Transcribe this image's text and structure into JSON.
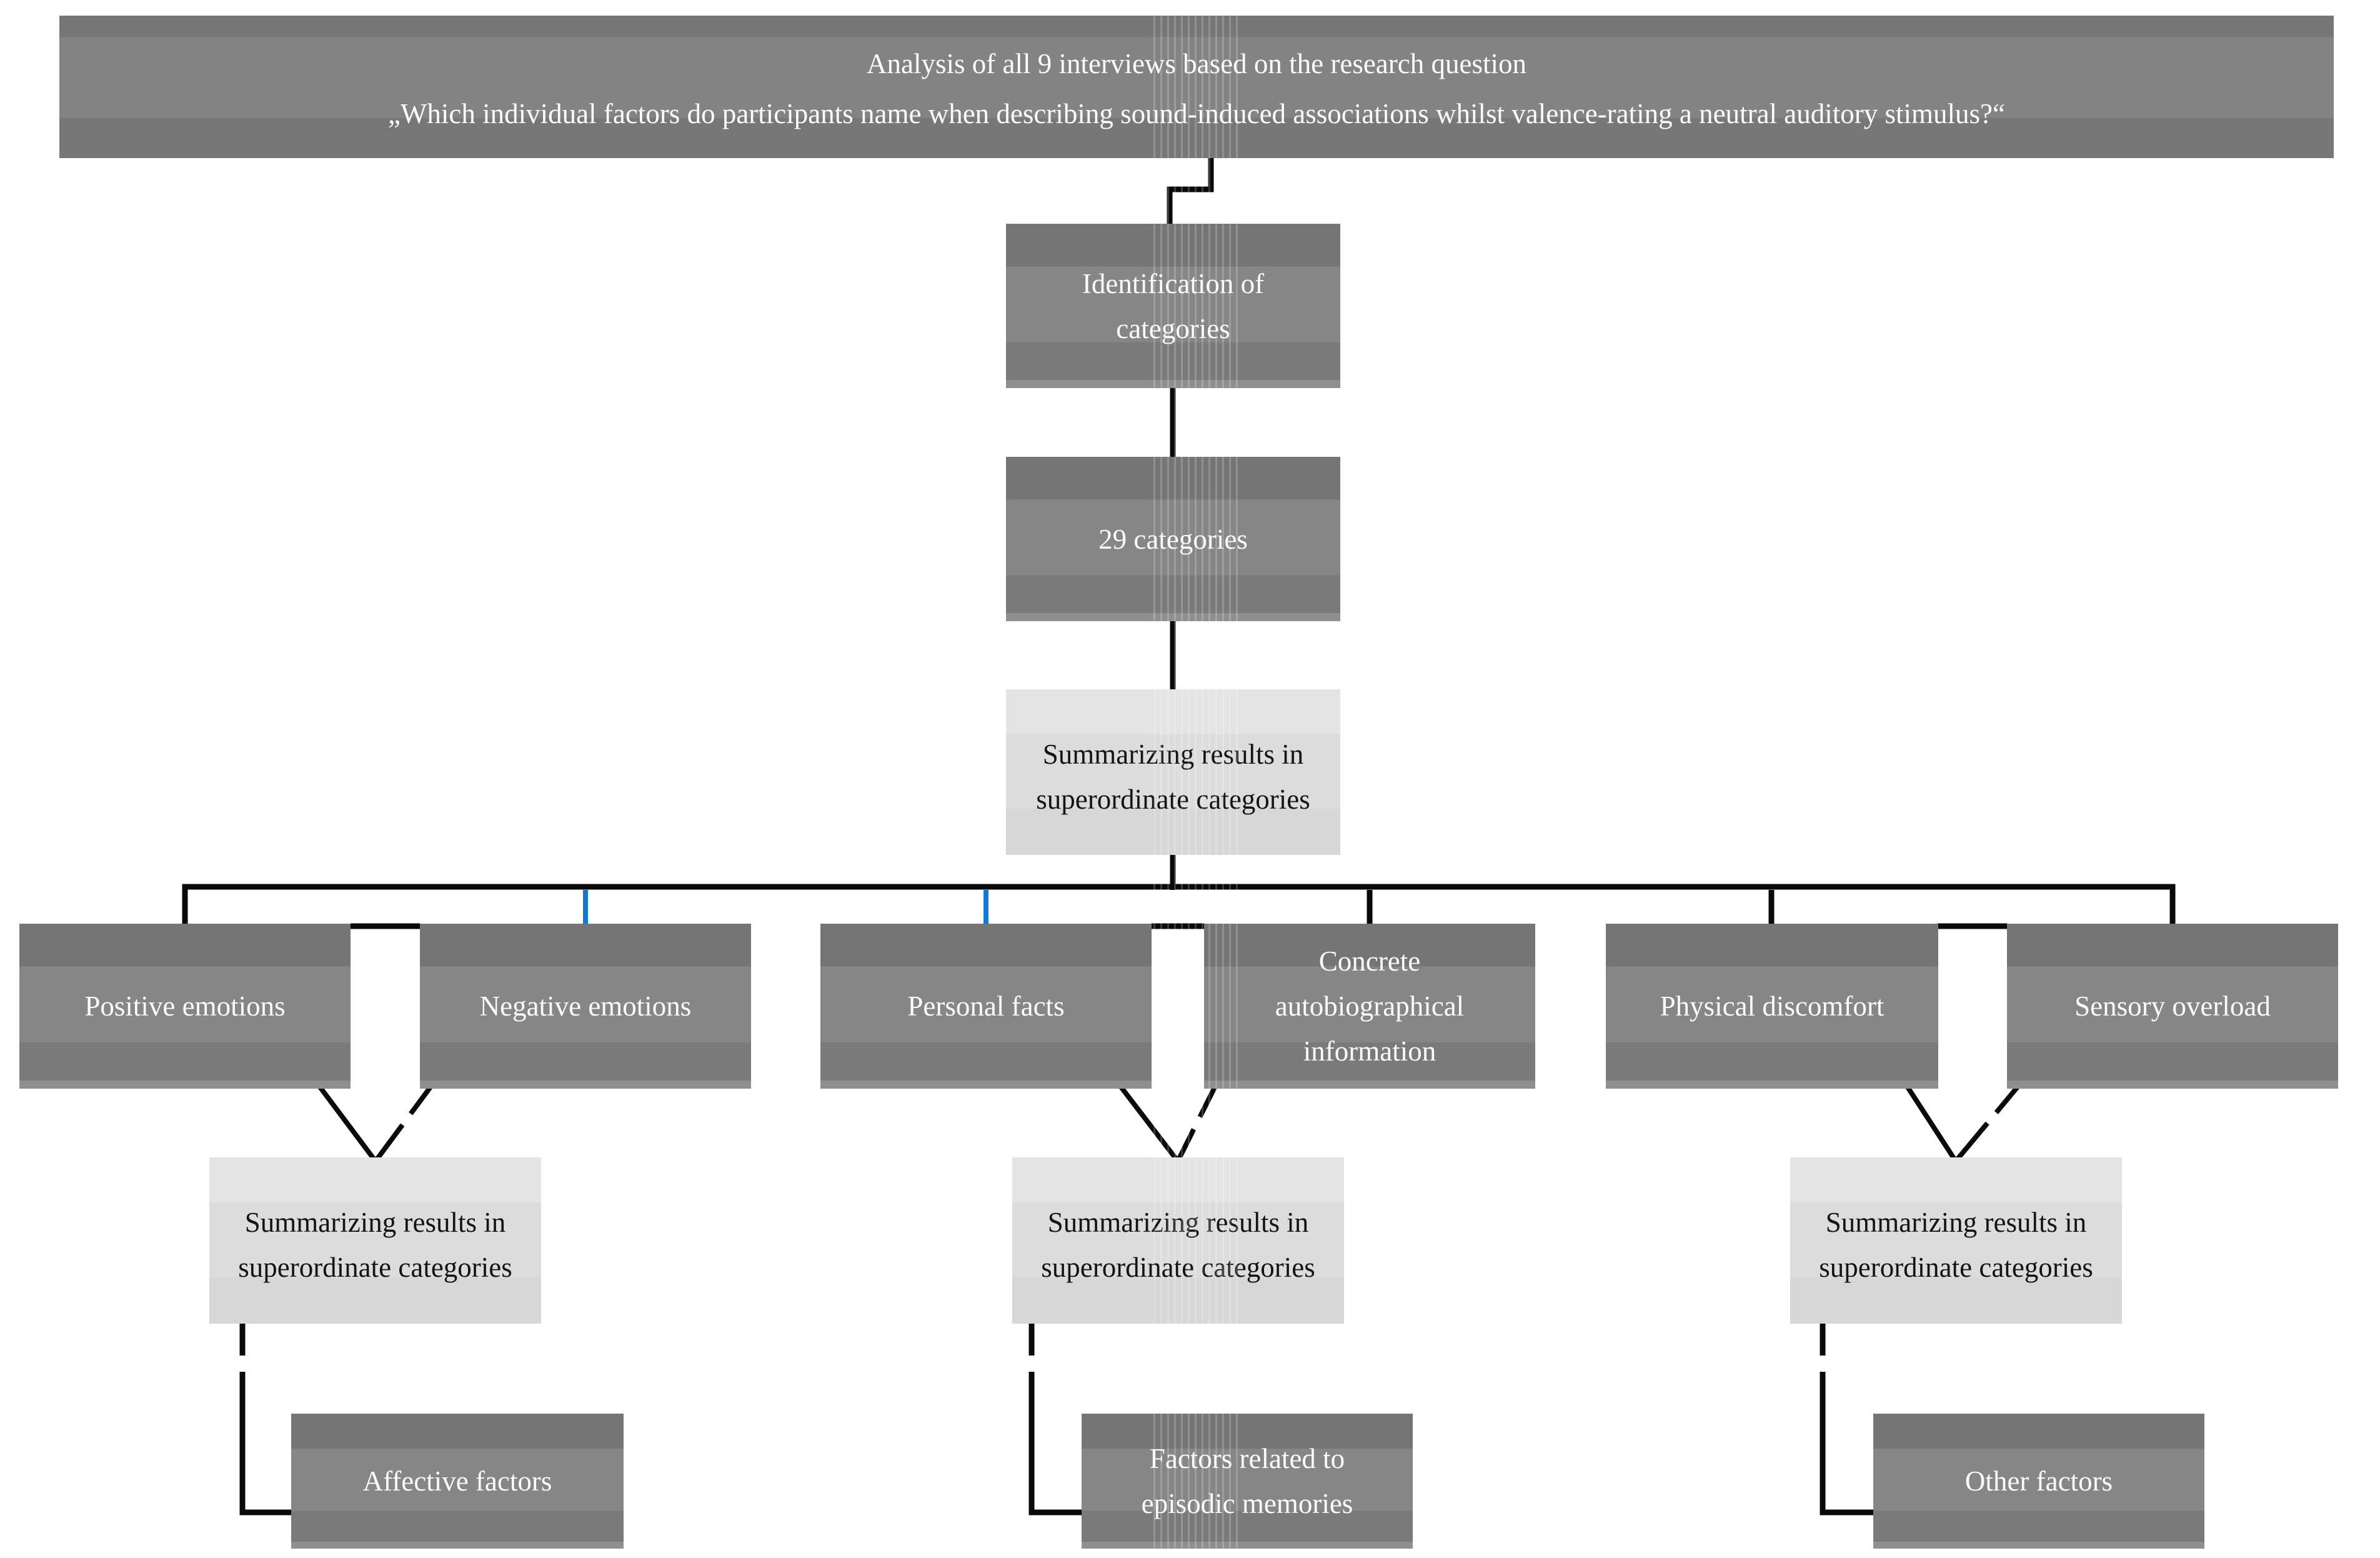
{
  "theme": {
    "ink": "#0a0a0a",
    "blue": "#1577d3",
    "dark_a": "#757575",
    "dark_b": "#868686",
    "dark_c": "#7a7a7a",
    "dark_d": "#8f8f8f",
    "light_a": "#e4e4e4",
    "light_b": "#dcdcdc",
    "light_c": "#d7d7d7",
    "banner_a": "#767676",
    "banner_b": "#838383",
    "banner_c": "#777777",
    "text_on_dark": "#fbfbfb",
    "text_on_light": "#141414"
  },
  "banner": {
    "line1": "Analysis of all 9 interviews based on the research question",
    "line2": "„Which individual factors do participants name when describing sound-induced associations whilst valence-rating a neutral auditory stimulus?“"
  },
  "pipeline": {
    "identification": "Identification of\ncategories",
    "categories_count": "29 categories",
    "summarizing": "Summarizing results in\nsuperordinate categories"
  },
  "branch_boxes": [
    {
      "label": "Positive emotions"
    },
    {
      "label": "Negative emotions"
    },
    {
      "label": "Personal facts"
    },
    {
      "label": "Concrete\nautobiographical\ninformation"
    },
    {
      "label": "Physical discomfort"
    },
    {
      "label": "Sensory overload"
    }
  ],
  "summary_boxes": [
    {
      "label": "Summarizing results in\nsuperordinate categories"
    },
    {
      "label": "Summarizing results in\nsuperordinate categories"
    },
    {
      "label": "Summarizing results in\nsuperordinate categories"
    }
  ],
  "outcome_boxes": [
    {
      "label": "Affective factors"
    },
    {
      "label": "Factors related to\nepisodic memories"
    },
    {
      "label": "Other factors"
    }
  ]
}
